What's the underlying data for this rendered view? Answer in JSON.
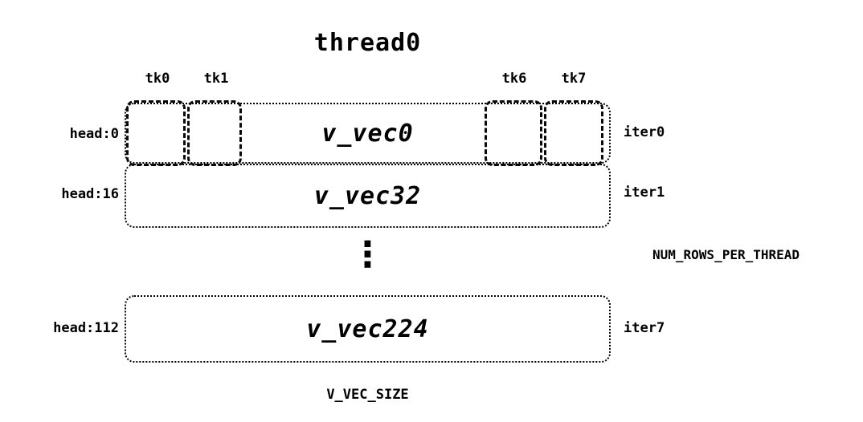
{
  "diagram": {
    "title": "thread0",
    "tk_labels": [
      "tk0",
      "tk1",
      "tk6",
      "tk7"
    ],
    "rows": [
      {
        "head": "head:0",
        "vec": "v_vec0",
        "iter": "iter0"
      },
      {
        "head": "head:16",
        "vec": "v_vec32",
        "iter": "iter1"
      },
      {
        "head": "head:112",
        "vec": "v_vec224",
        "iter": "iter7"
      }
    ],
    "ellipsis": "⋮",
    "right_annotation": "NUM_ROWS_PER_THREAD",
    "bottom_label": "V_VEC_SIZE"
  }
}
